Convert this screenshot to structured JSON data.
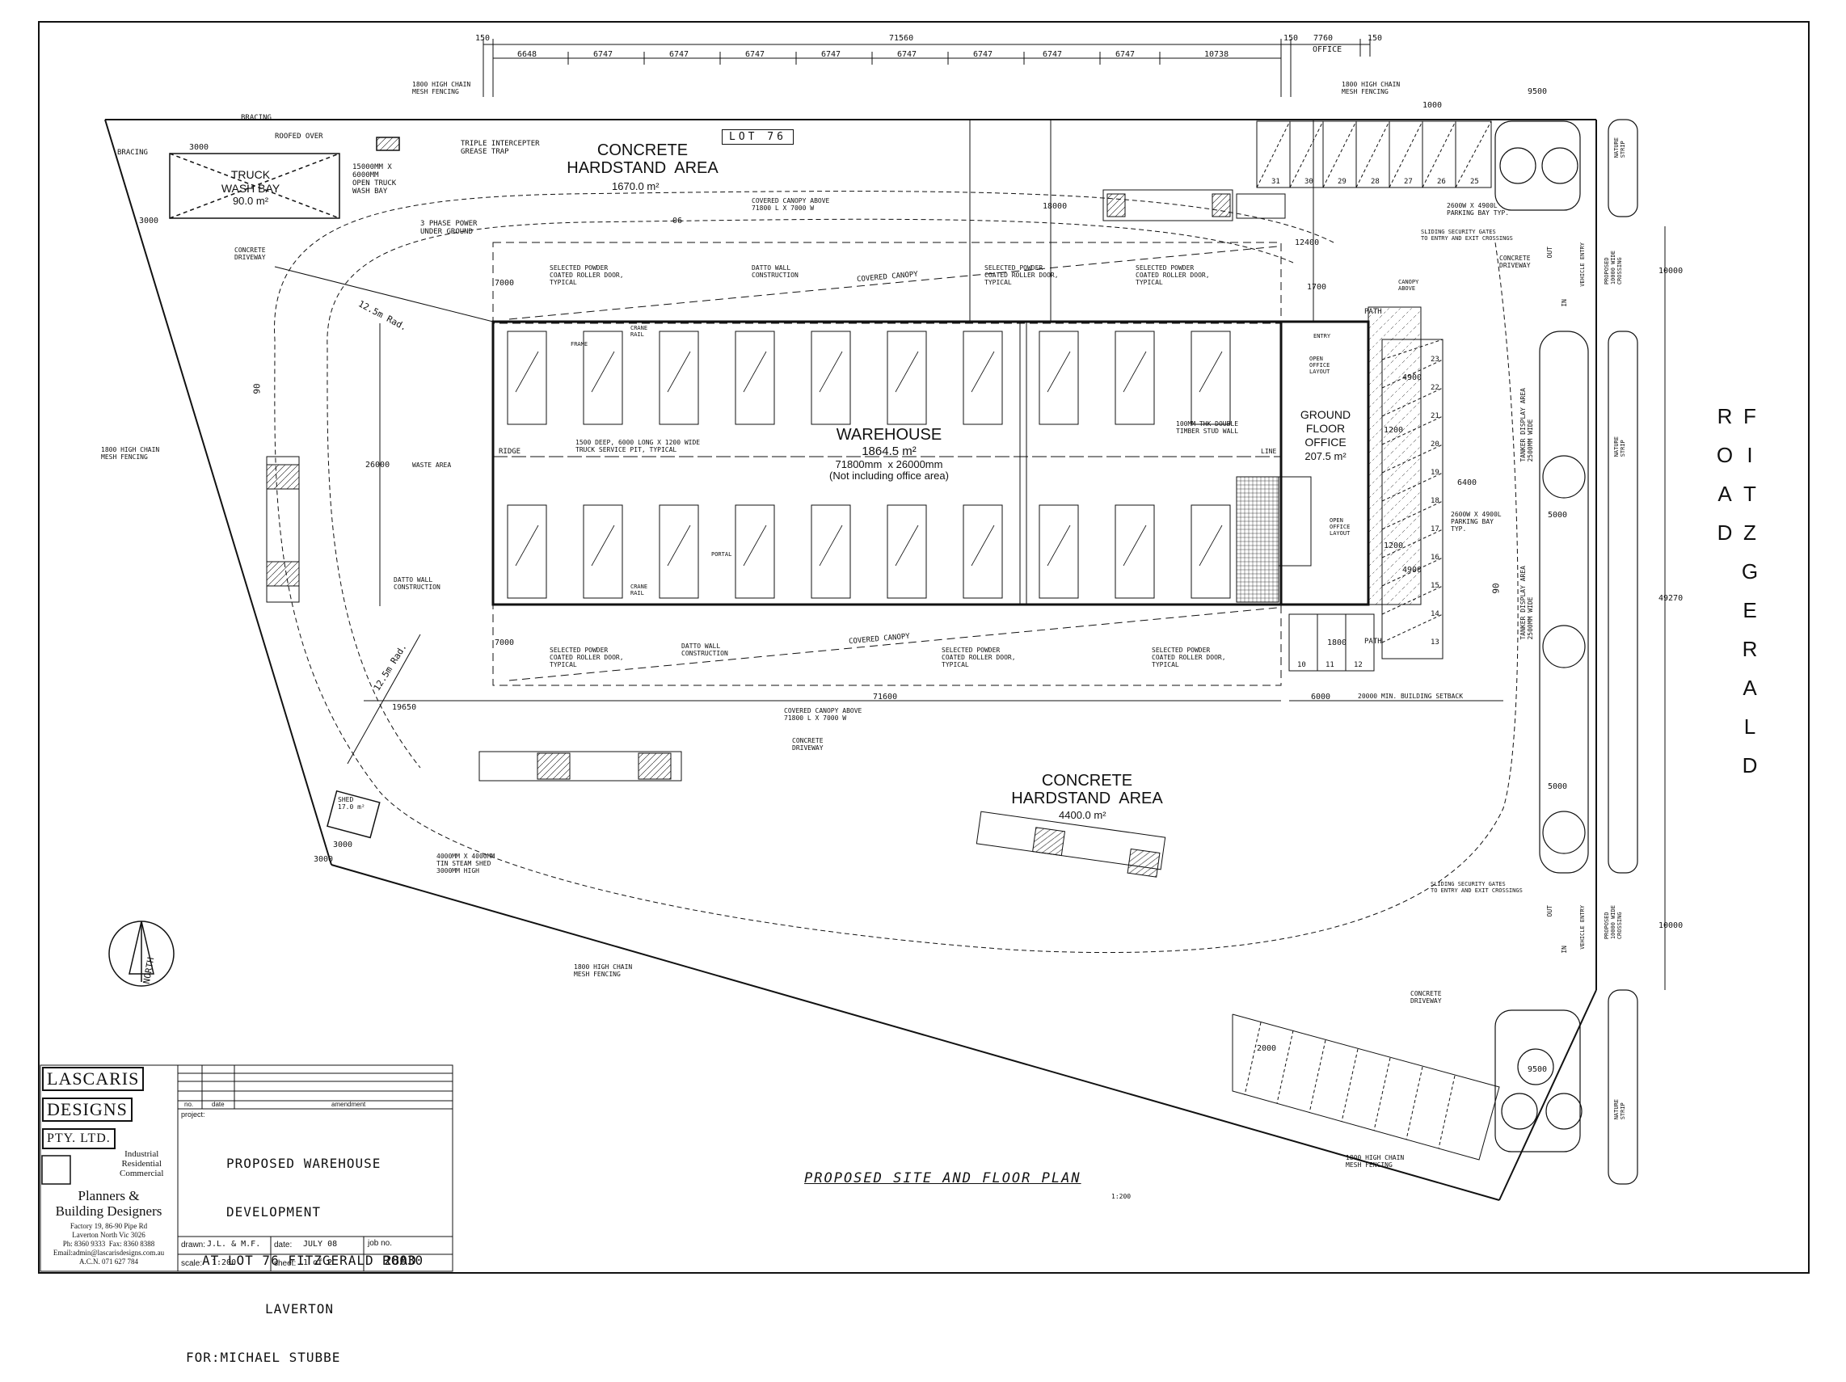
{
  "dimensions_top": {
    "overall": "71560",
    "left_offset": "150",
    "right_offset": "150",
    "office_width": "7760",
    "office_label": "OFFICE",
    "end_offset": "150",
    "bays": [
      "6648",
      "6747",
      "6747",
      "6747",
      "6747",
      "6747",
      "6747",
      "6747",
      "6747",
      "10738"
    ]
  },
  "labels": {
    "lot": "LOT 76",
    "hardstand_top_title": "CONCRETE\nHARDSTAND  AREA",
    "hardstand_top_area": "1670.0 m²",
    "hardstand_bottom_title": "CONCRETE\nHARDSTAND  AREA",
    "hardstand_bottom_area": "4400.0 m²",
    "warehouse_title": "WAREHOUSE",
    "warehouse_area": "1864.5 m²",
    "warehouse_dims": "71800mm  x 26000mm",
    "warehouse_note": "(Not including office area)",
    "office_title": "GROUND\nFLOOR\nOFFICE",
    "office_area": "207.5 m²",
    "office_layout_top": "OPEN\nOFFICE\nLAYOUT",
    "office_layout_bottom": "OPEN\nOFFICE\nLAYOUT",
    "entry": "ENTRY",
    "path_top": "PATH",
    "path_bottom": "PATH",
    "truck_wash_title": "TRUCK\nWASH BAY",
    "truck_wash_area": "90.0 m²",
    "bracing_top": "BRACING",
    "bracing_left": "BRACING",
    "roofed_over": "ROOFED OVER",
    "open_truck_wash": "15000MM X\n6000MM\nOPEN TRUCK\nWASH BAY",
    "grease_trap": "TRIPLE INTERCEPTER\nGREASE TRAP",
    "three_phase": "3 PHASE POWER\nUNDER GROUND",
    "concrete_driveway_left": "CONCRETE\nDRIVEWAY",
    "concrete_driveway_mid": "CONCRETE\nDRIVEWAY",
    "concrete_driveway_right": "CONCRETE\nDRIVEWAY",
    "concrete_driveway_bottom": "CONCRETE\nDRIVEWAY",
    "chain_fence_top_left": "1800 HIGH CHAIN\nMESH FENCING",
    "chain_fence_top_right": "1800 HIGH CHAIN\nMESH FENCING",
    "chain_fence_left": "1800 HIGH CHAIN\nMESH FENCING",
    "chain_fence_bottom": "1800 HIGH CHAIN\nMESH FENCING",
    "chain_fence_bottom_right": "1800 HIGH CHAIN\nMESH FENCING",
    "covered_canopy_top_label": "COVERED CANOPY ABOVE\n71800 L X 7000 W",
    "covered_canopy_bottom_label": "COVERED CANOPY ABOVE\n71800 L X 7000 W",
    "covered_canopy_top": "COVERED CANOPY",
    "covered_canopy_bottom": "COVERED CANOPY",
    "selected_door_1": "SELECTED POWDER\nCOATED ROLLER DOOR,\nTYPICAL",
    "selected_door_2": "SELECTED POWDER\nCOATED ROLLER DOOR,\nTYPICAL",
    "selected_door_3": "SELECTED POWDER\nCOATED ROLLER DOOR,\nTYPICAL",
    "selected_door_4": "SELECTED POWDER\nCOATED ROLLER DOOR,\nTYPICAL",
    "selected_door_5": "SELECTED POWDER\nCOATED ROLLER DOOR,\nTYPICAL",
    "selected_door_6": "SELECTED POWDER\nCOATED ROLLER DOOR,\nTYPICAL",
    "datto_wall_top": "DATTO WALL\nCONSTRUCTION",
    "datto_wall_left": "DATTO WALL\nCONSTRUCTION",
    "datto_wall_bottom": "DATTO WALL\nCONSTRUCTION",
    "waste_area": "WASTE AREA",
    "ridge": "RIDGE",
    "service_pit": "1500 DEEP, 6000 LONG X 1200 WIDE\nTRUCK SERVICE PIT, TYPICAL",
    "stud_wall": "100MM THK DOUBLE\nTIMBER STUD WALL",
    "line": "LINE",
    "crane_rail": "CRANE\nRAIL",
    "frame": "FRAME",
    "portal": "PORTAL",
    "shed": "SHED\n17.0 m²",
    "tin_shed": "4000MM X 4000MM\nTIN STEAM SHED\n3000MM HIGH",
    "road_12_5": "12.5m Rad.",
    "road_12_5_b": "12.5m Rad.",
    "parking_bay_top": "2600W X 4900L\nPARKING BAY TYP.",
    "parking_bay_right": "2600W X 4900L\nPARKING BAY\nTYP.",
    "security_gates_top": "SLIDING SECURITY GATES\nTO ENTRY AND EXIT CROSSINGS",
    "security_gates_bottom": "SLIDING SECURITY GATES\nTO ENTRY AND EXIT CROSSINGS",
    "canopy_above": "CANOPY\nABOVE",
    "setback": "20000 MIN. BUILDING SETBACK",
    "display_area_top": "TANKER DISPLAY AREA\n2500MM WIDE",
    "display_area_bottom": "TANKER DISPLAY AREA\n2500MM WIDE",
    "vehicle_entry_top": "VEHICLE ENTRY",
    "vehicle_entry_bottom": "VEHICLE ENTRY",
    "out_top": "OUT",
    "in_top": "IN",
    "out_bottom": "OUT",
    "in_bottom": "IN",
    "proposed_crossing_top": "PROPOSED\n10000 WIDE\nCROSSING",
    "proposed_crossing_bottom": "PROPOSED\n10000 WIDE\nCROSSING",
    "nature_strip": "NATURE\nSTRIP",
    "road_name": "FITZGERALD ROAD",
    "north": "NORTH",
    "arrow_06": "06",
    "arrow_90_left": "90",
    "arrow_90_right": "90"
  },
  "dims": {
    "d_3000_a": "3000",
    "d_3000_b": "3000",
    "d_3000_c": "3000",
    "d_3000_d": "3000",
    "d_7000_top": "7000",
    "d_7000_bottom": "7000",
    "d_26000": "26000",
    "d_18000": "18000",
    "d_12400": "12400",
    "d_19650": "19650",
    "d_71600": "71600",
    "d_6000": "6000",
    "d_9500_top": "9500",
    "d_9500_bottom": "9500",
    "d_10000_top": "10000",
    "d_10000_bottom": "10000",
    "d_49270": "49270",
    "d_6400": "6400",
    "d_5000_a": "5000",
    "d_5000_b": "5000",
    "d_1200_a": "1200",
    "d_1200_b": "1200",
    "d_4900_a": "4900",
    "d_4900_b": "4900",
    "d_1000": "1000",
    "d_1800": "1800",
    "d_2000": "2000",
    "d_1700": "1700"
  },
  "parking_top": [
    "31",
    "30",
    "29",
    "28",
    "27",
    "26",
    "25"
  ],
  "parking_right": [
    "23",
    "22",
    "21",
    "20",
    "19",
    "18",
    "17",
    "16",
    "15",
    "14",
    "13"
  ],
  "parking_bottom": [
    "10",
    "11",
    "12"
  ],
  "title_block": {
    "col_no": "no.",
    "col_date": "date",
    "col_amendment": "amendment",
    "project_label": "project:",
    "project_lines": [
      "PROPOSED WAREHOUSE",
      "DEVELOPMENT",
      "AT LOT 76 FITZGERALD ROAD",
      "LAVERTON",
      "FOR:MICHAEL STUBBE"
    ],
    "drawn_label": "drawn:",
    "drawn_value": "J.L. & M.F.",
    "date_label": "date:",
    "date_value": "JULY 08",
    "job_label": "job no.",
    "job_value": "28030",
    "scale_label": "scale:",
    "scale_value": "1:200",
    "sheet_label": "sheet:",
    "sheet_value": "1  of  2"
  },
  "firm": {
    "name_line1": "LASCARIS",
    "name_line2": "DESIGNS",
    "name_line3": "PTY. LTD.",
    "services": "Industrial\nResidential\nCommercial",
    "tagline": "Planners &\nBuilding Designers",
    "address": "Factory 19, 86-90 Pipe Rd\nLaverton North Vic 3026\nPh: 8360 9333  Fax: 8360 8388\nEmail:admin@lascarisdesigns.com.au\nA.C.N. 071 627 784"
  },
  "sheet_title": "PROPOSED SITE AND FLOOR PLAN",
  "sheet_scale": "1:200"
}
